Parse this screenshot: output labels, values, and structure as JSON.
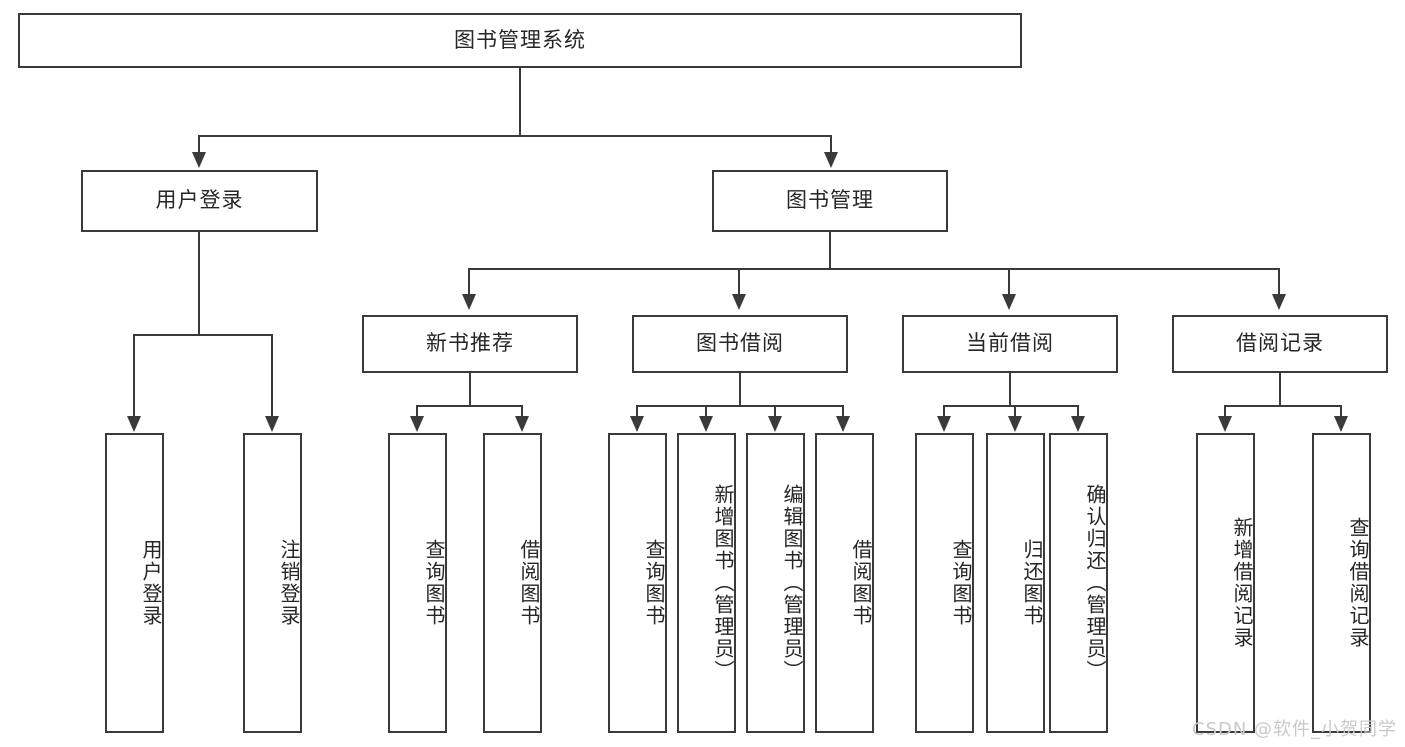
{
  "diagram": {
    "title": "图书管理系统",
    "type": "hierarchy-tree",
    "root": {
      "label": "图书管理系统"
    },
    "level2": [
      {
        "label": "用户登录"
      },
      {
        "label": "图书管理"
      }
    ],
    "level3": [
      {
        "label": "新书推荐"
      },
      {
        "label": "图书借阅"
      },
      {
        "label": "当前借阅"
      },
      {
        "label": "借阅记录"
      }
    ],
    "leaves": {
      "user_login": [
        {
          "label": "用户登录"
        },
        {
          "label": "注销登录"
        }
      ],
      "new_book_rec": [
        {
          "label": "查询图书"
        },
        {
          "label": "借阅图书"
        }
      ],
      "book_borrow": [
        {
          "label": "查询图书"
        },
        {
          "label": "新增图书（管理员）"
        },
        {
          "label": "编辑图书（管理员）"
        },
        {
          "label": "借阅图书"
        }
      ],
      "current_borrow": [
        {
          "label": "查询图书"
        },
        {
          "label": "归还图书"
        },
        {
          "label": "确认归还（管理员）"
        }
      ],
      "borrow_record": [
        {
          "label": "新增借阅记录"
        },
        {
          "label": "查询借阅记录"
        }
      ]
    }
  },
  "watermark": {
    "text": "CSDN @软件_小贺同学"
  },
  "colors": {
    "stroke": "#3a3a3a",
    "text": "#262626",
    "background": "#ffffff",
    "watermark": "#c9c9c9"
  }
}
